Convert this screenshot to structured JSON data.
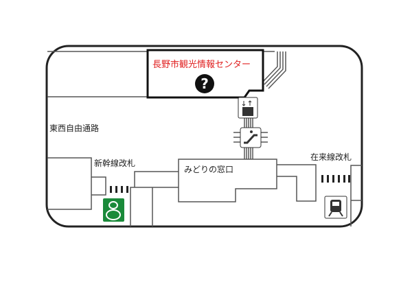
{
  "info_center": {
    "label": "長野市観光情報センター",
    "icon": "question-mark-icon",
    "symbol": "?"
  },
  "labels": {
    "passage": "東西自由通路",
    "shinkansen_gate": "新幹線改札",
    "conventional_gate": "在来線改札",
    "ticket_office": "みどりの窓口"
  },
  "icons": {
    "elevator": "elevator-icon",
    "escalator": "escalator-icon",
    "shinkansen": "shinkansen-icon",
    "train": "train-icon"
  },
  "colors": {
    "info_label": "#e02020",
    "shinkansen_icon": "#1a8a3a",
    "outline": "#222222",
    "walls": "#555555"
  }
}
